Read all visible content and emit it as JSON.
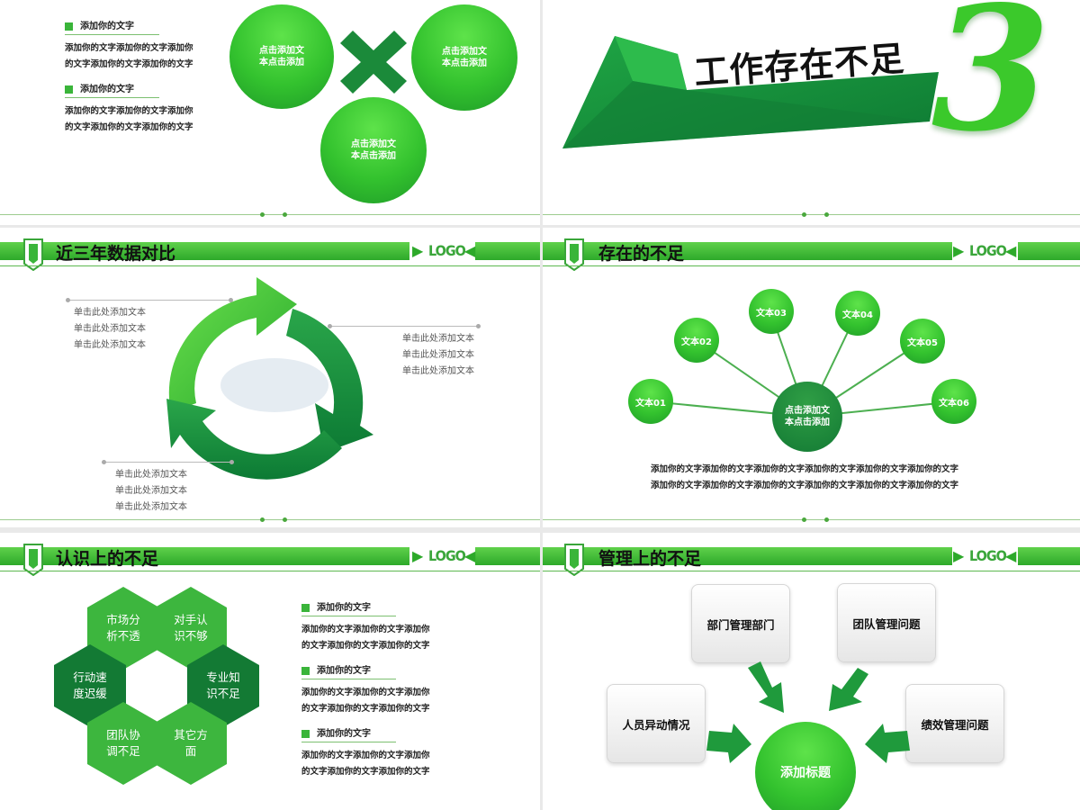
{
  "slide1": {
    "items": [
      {
        "title": "添加你的文字",
        "body": [
          "添加你的文字添加你的文字添加你",
          "的文字添加你的文字添加你的文字"
        ]
      },
      {
        "title": "添加你的文字",
        "body": [
          "添加你的文字添加你的文字添加你",
          "的文字添加你的文字添加你的文字"
        ]
      }
    ],
    "circles": [
      [
        "点击添加文",
        "本点击添加"
      ],
      [
        "点击添加文",
        "本点击添加"
      ],
      [
        "点击添加文",
        "本点击添加"
      ]
    ]
  },
  "slide2": {
    "title": "工作存在不足",
    "number": "3"
  },
  "slide3": {
    "title": "近三年数据对比",
    "logo": "LOGO",
    "texts_left": [
      "单击此处添加文本",
      "单击此处添加文本",
      "单击此处添加文本"
    ],
    "texts_right": [
      "单击此处添加文本",
      "单击此处添加文本",
      "单击此处添加文本"
    ],
    "texts_bottom": [
      "单击此处添加文本",
      "单击此处添加文本",
      "单击此处添加文本"
    ]
  },
  "slide4": {
    "title": "存在的不足",
    "logo": "LOGO",
    "center": [
      "点击添加文",
      "本点击添加"
    ],
    "nodes": [
      "文本01",
      "文本02",
      "文本03",
      "文本04",
      "文本05",
      "文本06"
    ],
    "body": [
      "添加你的文字添加你的文字添加你的文字添加你的文字添加你的文字添加你的文字",
      "添加你的文字添加你的文字添加你的文字添加你的文字添加你的文字添加你的文字"
    ]
  },
  "slide5": {
    "title": "认识上的不足",
    "logo": "LOGO",
    "hexes": [
      [
        "市场分",
        "析不透"
      ],
      [
        "对手认",
        "识不够"
      ],
      [
        "行动速",
        "度迟缓"
      ],
      [
        "专业知",
        "识不足"
      ],
      [
        "团队协",
        "调不足"
      ],
      [
        "其它方",
        "面"
      ]
    ],
    "items": [
      {
        "title": "添加你的文字",
        "body": [
          "添加你的文字添加你的文字添加你",
          "的文字添加你的文字添加你的文字"
        ]
      },
      {
        "title": "添加你的文字",
        "body": [
          "添加你的文字添加你的文字添加你",
          "的文字添加你的文字添加你的文字"
        ]
      },
      {
        "title": "添加你的文字",
        "body": [
          "添加你的文字添加你的文字添加你",
          "的文字添加你的文字添加你的文字"
        ]
      }
    ]
  },
  "slide6": {
    "title": "管理上的不足",
    "logo": "LOGO",
    "boxes": [
      "部门管理部门",
      "团队管理问题",
      "人员异动情况",
      "绩效管理问题"
    ],
    "center": "添加标题"
  },
  "colors": {
    "accent": "#3ab53a",
    "dark_green": "#137a34",
    "light_green": "#5ee34a"
  }
}
